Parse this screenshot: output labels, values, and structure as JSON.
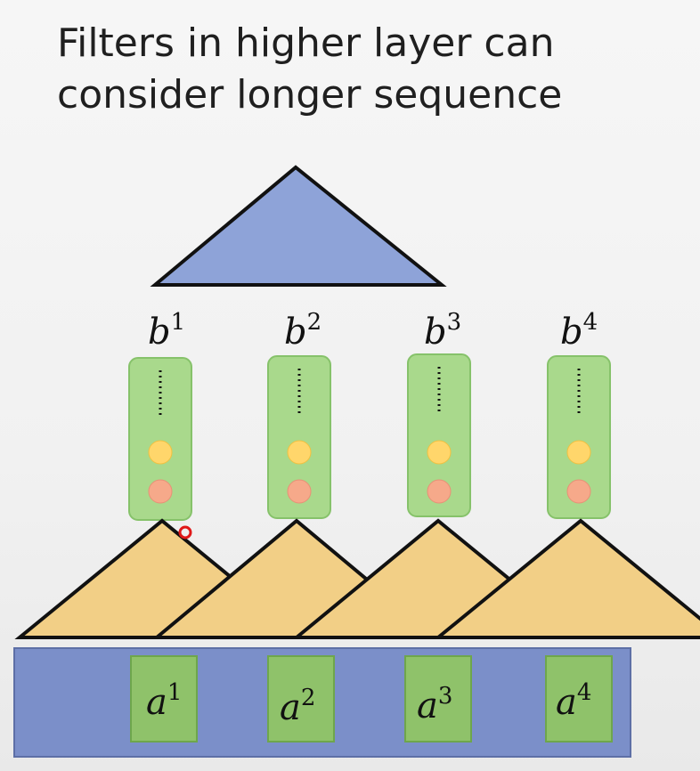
{
  "title": {
    "line1": "Filters in higher layer can",
    "line2": "consider longer sequence"
  },
  "outputs": [
    {
      "base": "b",
      "sup": "1"
    },
    {
      "base": "b",
      "sup": "2"
    },
    {
      "base": "b",
      "sup": "3"
    },
    {
      "base": "b",
      "sup": "4"
    }
  ],
  "inputs": [
    {
      "base": "a",
      "sup": "1"
    },
    {
      "base": "a",
      "sup": "2"
    },
    {
      "base": "a",
      "sup": "3"
    },
    {
      "base": "a",
      "sup": "4"
    }
  ],
  "colors": {
    "top_filter": "#8ea3d8",
    "lower_filters": "#f2cf86",
    "feature_boxes": "#a9d98c",
    "input_bar": "#7b8fc9",
    "input_boxes": "#8fc26a"
  }
}
